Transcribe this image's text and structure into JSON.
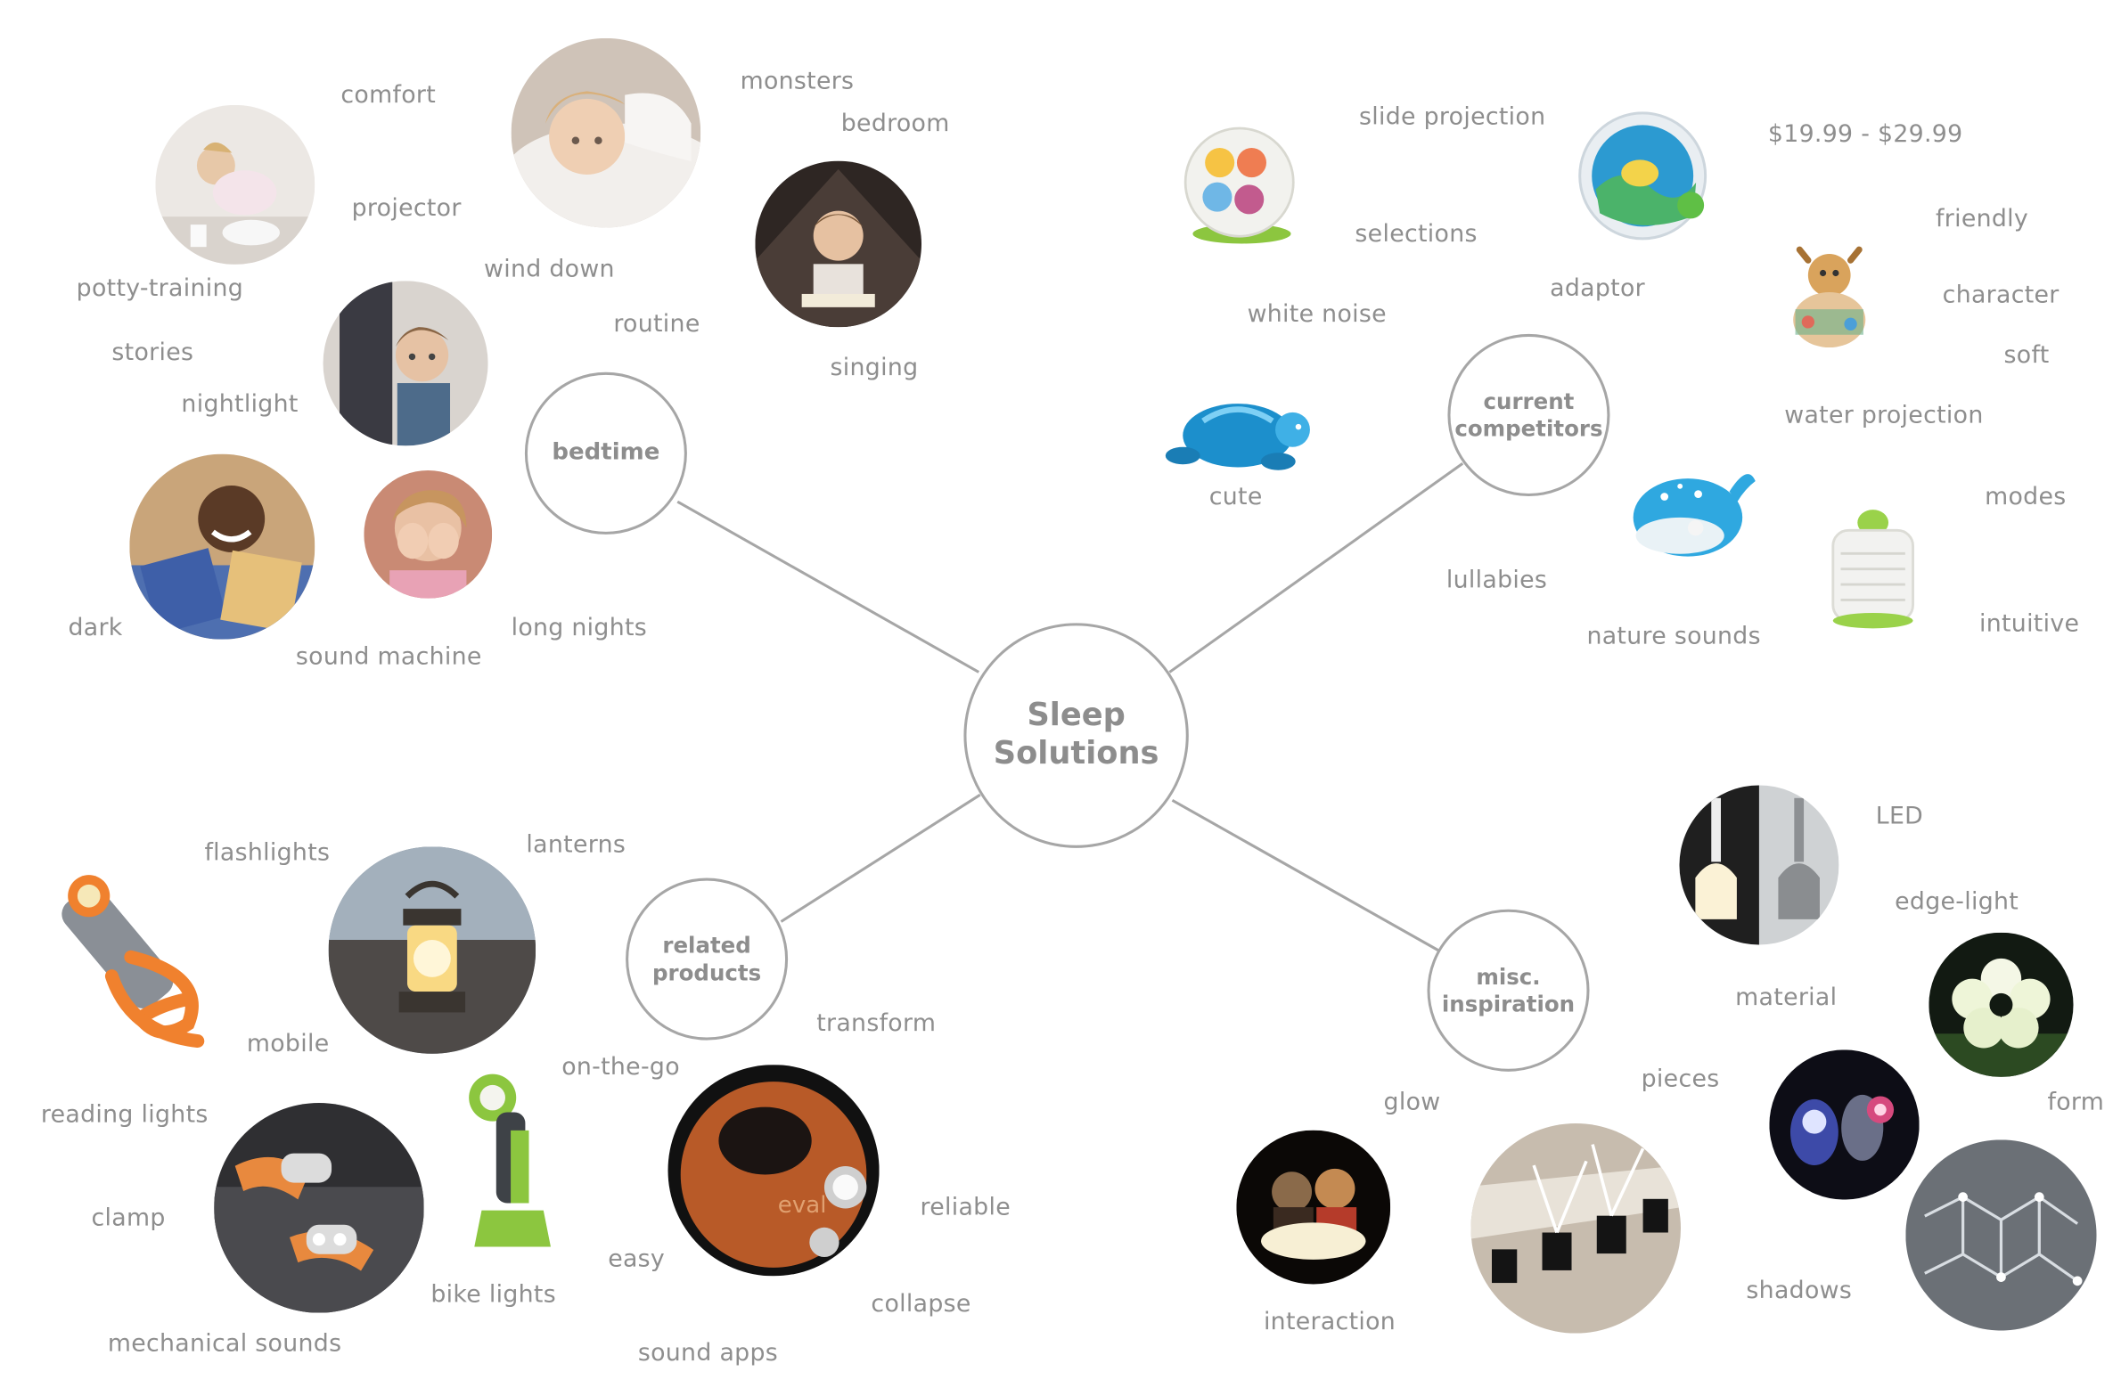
{
  "center": {
    "line1": "Sleep",
    "line2": "Solutions"
  },
  "nodes": {
    "bedtime": {
      "line1": "bedtime"
    },
    "competitors": {
      "line1": "current",
      "line2": "competitors"
    },
    "related": {
      "line1": "related",
      "line2": "products"
    },
    "misc": {
      "line1": "misc.",
      "line2": "inspiration"
    }
  },
  "bedtime_words": {
    "comfort": "comfort",
    "projector": "projector",
    "potty": "potty-training",
    "stories": "stories",
    "nightlight": "nightlight",
    "dark": "dark",
    "sound_machine": "sound machine",
    "long_nights": "long nights",
    "monsters": "monsters",
    "bedroom": "bedroom",
    "wind_down": "wind down",
    "routine": "routine",
    "singing": "singing"
  },
  "competitor_words": {
    "slide_projection": "slide projection",
    "selections": "selections",
    "white_noise": "white noise",
    "cute": "cute",
    "adaptor": "adaptor",
    "price": "$19.99 - $29.99",
    "friendly": "friendly",
    "character": "character",
    "soft": "soft",
    "water_projection": "water projection",
    "modes": "modes",
    "lullabies": "lullabies",
    "nature_sounds": "nature sounds",
    "intuitive": "intuitive"
  },
  "related_words": {
    "flashlights": "flashlights",
    "lanterns": "lanterns",
    "mobile": "mobile",
    "reading_lights": "reading lights",
    "clamp": "clamp",
    "mechanical_sounds": "mechanical sounds",
    "bike_lights": "bike lights",
    "on_the_go": "on-the-go",
    "transform": "transform",
    "reliable": "reliable",
    "easy": "easy",
    "collapse": "collapse",
    "sound_apps": "sound apps"
  },
  "misc_words": {
    "led": "LED",
    "edge_light": "edge-light",
    "material": "material",
    "pieces": "pieces",
    "form": "form",
    "glow": "glow",
    "interaction": "interaction",
    "shadows": "shadows"
  },
  "product_brand": "eval",
  "colors": {
    "line": "#a6a6a6",
    "text": "#8e8e8e",
    "accent_orange": "#f0812e",
    "accent_green": "#8cc63f",
    "accent_blue": "#2fa8e0"
  }
}
